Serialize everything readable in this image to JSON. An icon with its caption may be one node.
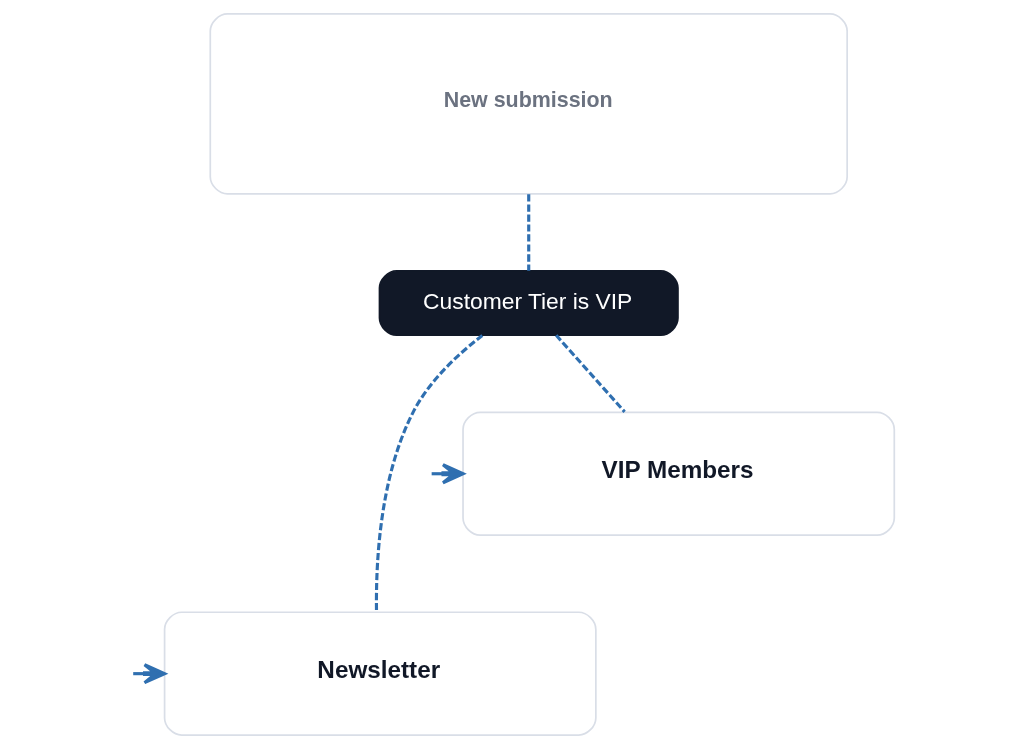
{
  "diagram": {
    "nodes": [
      {
        "text": [
          "New submission"
        ]
      },
      {
        "text": [
          "Customer Tier is VIP"
        ]
      },
      {
        "text": [
          "VIP Members"
        ]
      },
      {
        "text": [
          "Newsletter"
        ]
      }
    ],
    "edges": [
      {
        "from": 0,
        "to": 1,
        "arrow": "none",
        "style": "dashed"
      },
      {
        "from": 1,
        "to": 2,
        "arrow": "none",
        "style": "dashed"
      },
      {
        "from": 1,
        "to": 3,
        "arrow": "none",
        "style": "dashed"
      },
      {
        "from": null,
        "to": 2,
        "arrow": "to"
      },
      {
        "from": null,
        "to": 3,
        "arrow": "to"
      }
    ]
  }
}
